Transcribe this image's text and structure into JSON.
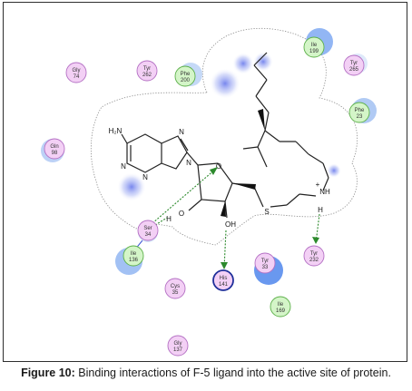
{
  "caption": {
    "label": "Figure 10:",
    "text": " Binding interactions of F-5 ligand into the active site of protein."
  },
  "atoms": [
    {
      "id": "nh2",
      "text": "H₂N"
    },
    {
      "id": "n1",
      "text": "N"
    },
    {
      "id": "n3",
      "text": "N"
    },
    {
      "id": "n7",
      "text": "N"
    },
    {
      "id": "n9",
      "text": "N"
    },
    {
      "id": "o_ring",
      "text": "O"
    },
    {
      "id": "h_o2",
      "text": "H"
    },
    {
      "id": "o2",
      "text": "O"
    },
    {
      "id": "oh3",
      "text": "OH"
    },
    {
      "id": "s",
      "text": "S"
    },
    {
      "id": "nh",
      "text": "NH"
    },
    {
      "id": "plus",
      "text": "+"
    },
    {
      "id": "h_n",
      "text": "H"
    }
  ],
  "residues": [
    {
      "id": "gly74",
      "name": "Gly",
      "num": "74",
      "color": "#f3d0f5",
      "stroke": "#b470c4"
    },
    {
      "id": "tyr262",
      "name": "Tyr",
      "num": "262",
      "color": "#f3d0f5",
      "stroke": "#b470c4"
    },
    {
      "id": "phe200",
      "name": "Phe",
      "num": "200",
      "color": "#d4f5c8",
      "stroke": "#5db04a"
    },
    {
      "id": "ile199",
      "name": "Ile",
      "num": "199",
      "color": "#d4f5c8",
      "stroke": "#5db04a"
    },
    {
      "id": "tyr265",
      "name": "Tyr",
      "num": "265",
      "color": "#f3d0f5",
      "stroke": "#b470c4"
    },
    {
      "id": "phe23",
      "name": "Phe",
      "num": "23",
      "color": "#d4f5c8",
      "stroke": "#5db04a"
    },
    {
      "id": "gln98",
      "name": "Gln",
      "num": "98",
      "color": "#f3d0f5",
      "stroke": "#b470c4"
    },
    {
      "id": "ser34",
      "name": "Ser",
      "num": "34",
      "color": "#f3d0f5",
      "stroke": "#b470c4"
    },
    {
      "id": "ile136",
      "name": "Ile",
      "num": "136",
      "color": "#d4f5c8",
      "stroke": "#5db04a"
    },
    {
      "id": "cys35",
      "name": "Cys",
      "num": "35",
      "color": "#f3d0f5",
      "stroke": "#b470c4"
    },
    {
      "id": "his141",
      "name": "His",
      "num": "141",
      "color": "#f3d0f5",
      "stroke": "#1f2f9a"
    },
    {
      "id": "tyr33",
      "name": "Tyr",
      "num": "33",
      "color": "#f3d0f5",
      "stroke": "#b470c4"
    },
    {
      "id": "tyr232",
      "name": "Tyr",
      "num": "232",
      "color": "#f3d0f5",
      "stroke": "#b470c4"
    },
    {
      "id": "ile169",
      "name": "Ile",
      "num": "169",
      "color": "#d4f5c8",
      "stroke": "#5db04a"
    },
    {
      "id": "gly137",
      "name": "Gly",
      "num": "137",
      "color": "#f3d0f5",
      "stroke": "#b470c4"
    }
  ],
  "colors": {
    "hbond": "#2c8a2c",
    "exposure": "#6d8fe6",
    "ligand_bond": "#222222",
    "pocket_line": "#888888"
  }
}
